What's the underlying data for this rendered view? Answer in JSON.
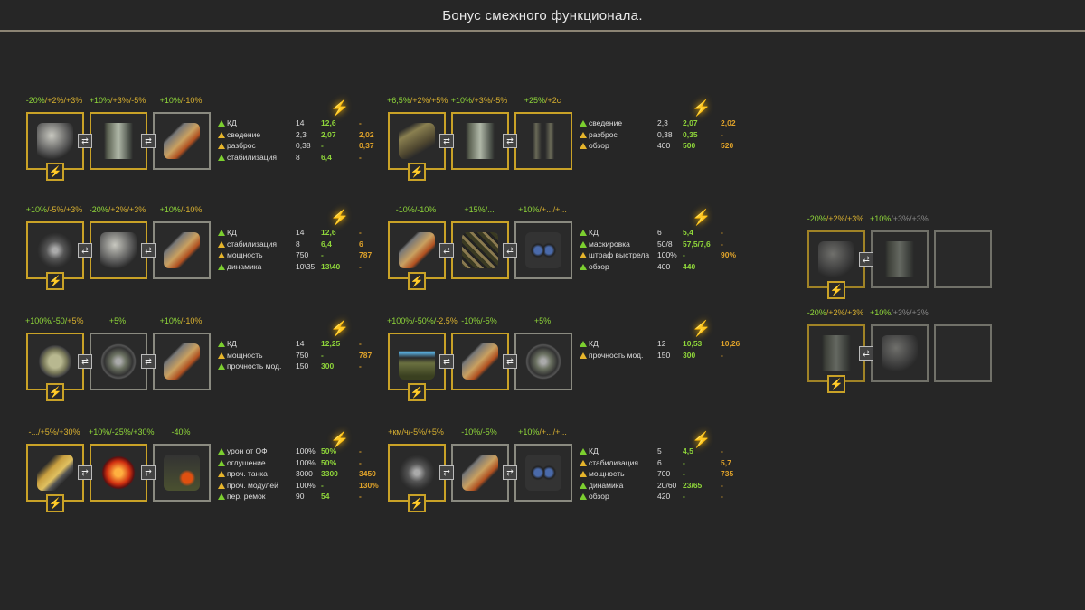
{
  "title": "Бонус смежного функционала.",
  "colors": {
    "background": "#262626",
    "active_border": "#c9a227",
    "inactive_border": "#8a8a80",
    "green": "#8fd63a",
    "yellow": "#d8b030"
  },
  "groups": [
    {
      "labels": [
        [
          [
            "-20%",
            "g"
          ],
          [
            "/+2%/+3%",
            "y"
          ]
        ],
        [
          [
            "+10%",
            "g"
          ],
          [
            "/+3%/-5%",
            "y"
          ]
        ],
        [
          [
            "+10%",
            "g"
          ],
          [
            "/-10%",
            "y"
          ]
        ]
      ],
      "items": [
        {
          "icon": "gun-turret-icon",
          "active": true
        },
        {
          "icon": "engine-icon",
          "active": true
        },
        {
          "icon": "shell-icon",
          "active": false
        }
      ],
      "stats": [
        {
          "name": "КД",
          "tri": "green",
          "base": "14",
          "v2": "12,6",
          "v3": "-"
        },
        {
          "name": "сведение",
          "tri": "yellow",
          "base": "2,3",
          "v2": "2,07",
          "v3": "2,02"
        },
        {
          "name": "разброс",
          "tri": "yellow",
          "base": "0,38",
          "v2": "-",
          "v3": "0,37"
        },
        {
          "name": "стабилизация",
          "tri": "green",
          "base": "8",
          "v2": "6,4",
          "v3": "-"
        }
      ]
    },
    {
      "labels": [
        [
          [
            "+6,5%",
            "g"
          ],
          [
            "/+2%/+5%",
            "y"
          ]
        ],
        [
          [
            "+10%",
            "g"
          ],
          [
            "/+3%/-5%",
            "y"
          ]
        ],
        [
          [
            "+25%",
            "g"
          ],
          [
            "/+2с",
            "y"
          ]
        ]
      ],
      "items": [
        {
          "icon": "rammer-icon",
          "active": true
        },
        {
          "icon": "engine-icon",
          "active": true
        },
        {
          "icon": "binoculars-icon",
          "active": true
        }
      ],
      "stats": [
        {
          "name": "сведение",
          "tri": "green",
          "base": "2,3",
          "v2": "2,07",
          "v3": "2,02"
        },
        {
          "name": "разброс",
          "tri": "yellow",
          "base": "0,38",
          "v2": "0,35",
          "v3": "-"
        },
        {
          "name": "обзор",
          "tri": "yellow",
          "base": "400",
          "v2": "500",
          "v3": "520"
        }
      ]
    },
    {
      "labels": [
        [
          [
            "+10%",
            "g"
          ],
          [
            "/-5%/+3%",
            "y"
          ]
        ],
        [
          [
            "-20%",
            "g"
          ],
          [
            "/+2%/+3%",
            "y"
          ]
        ],
        [
          [
            "+10%",
            "g"
          ],
          [
            "/-10%",
            "y"
          ]
        ]
      ],
      "items": [
        {
          "icon": "transmission-icon",
          "active": true
        },
        {
          "icon": "gun-turret-icon",
          "active": true
        },
        {
          "icon": "shell-icon",
          "active": false
        }
      ],
      "stats": [
        {
          "name": "КД",
          "tri": "green",
          "base": "14",
          "v2": "12,6",
          "v3": "-"
        },
        {
          "name": "стабилизация",
          "tri": "yellow",
          "base": "8",
          "v2": "6,4",
          "v3": "6"
        },
        {
          "name": "мощность",
          "tri": "yellow",
          "base": "750",
          "v2": "-",
          "v3": "787"
        },
        {
          "name": "динамика",
          "tri": "green",
          "base": "10\\35",
          "v2": "13\\40",
          "v3": "-"
        }
      ]
    },
    {
      "labels": [
        [
          [
            "-10%/-10%",
            "g"
          ]
        ],
        [
          [
            "+15%/...",
            "g"
          ]
        ],
        [
          [
            "+10%",
            "g"
          ],
          [
            "/+.../+...",
            "y"
          ]
        ]
      ],
      "items": [
        {
          "icon": "shell-icon",
          "active": true
        },
        {
          "icon": "camouflage-net-icon",
          "active": true
        },
        {
          "icon": "optics-icon",
          "active": false
        }
      ],
      "stats": [
        {
          "name": "КД",
          "tri": "green",
          "base": "6",
          "v2": "5,4",
          "v3": "-"
        },
        {
          "name": "маскировка",
          "tri": "green",
          "base": "50/8",
          "v2": "57,5/7,6",
          "v3": "-"
        },
        {
          "name": "штраф выстрела",
          "tri": "yellow",
          "base": "100%",
          "v2": "-",
          "v3": "90%"
        },
        {
          "name": "обзор",
          "tri": "green",
          "base": "400",
          "v2": "440",
          "v3": ""
        }
      ]
    },
    {
      "labels": [
        [
          [
            "+100%/-50/",
            "g"
          ],
          [
            "+5%",
            "y"
          ]
        ],
        [
          [
            "+5%",
            "g"
          ]
        ],
        [
          [
            "+10%",
            "g"
          ],
          [
            "/-10%",
            "y"
          ]
        ]
      ],
      "items": [
        {
          "icon": "repair-kit-icon",
          "active": true
        },
        {
          "icon": "fan-icon",
          "active": false
        },
        {
          "icon": "shell-icon",
          "active": false
        }
      ],
      "stats": [
        {
          "name": "КД",
          "tri": "green",
          "base": "14",
          "v2": "12,25",
          "v3": "-"
        },
        {
          "name": "мощность",
          "tri": "yellow",
          "base": "750",
          "v2": "-",
          "v3": "787"
        },
        {
          "name": "прочность мод.",
          "tri": "green",
          "base": "150",
          "v2": "300",
          "v3": "-"
        }
      ]
    },
    {
      "labels": [
        [
          [
            "+100%/-50%/",
            "g"
          ],
          [
            "-2,5%",
            "y"
          ]
        ],
        [
          [
            "-10%/-5%",
            "g"
          ]
        ],
        [
          [
            "+5%",
            "g"
          ]
        ]
      ],
      "items": [
        {
          "icon": "extinguisher-box-icon",
          "active": true
        },
        {
          "icon": "shell-icon",
          "active": true
        },
        {
          "icon": "fan-icon",
          "active": false
        }
      ],
      "stats": [
        {
          "name": "КД",
          "tri": "green",
          "base": "12",
          "v2": "10,53",
          "v3": "10,26"
        },
        {
          "name": "прочность мод.",
          "tri": "yellow",
          "base": "150",
          "v2": "300",
          "v3": "-"
        }
      ]
    },
    {
      "labels": [
        [
          [
            "-.../+5%/+30%",
            "y"
          ]
        ],
        [
          [
            "+10%/-25%/+30%",
            "g"
          ]
        ],
        [
          [
            "-40%",
            "g"
          ]
        ]
      ],
      "items": [
        {
          "icon": "he-shell-icon",
          "active": true
        },
        {
          "icon": "armor-plate-icon",
          "active": true
        },
        {
          "icon": "repair-toolbox-icon",
          "active": false
        }
      ],
      "stats": [
        {
          "name": "урон от ОФ",
          "tri": "green",
          "base": "100%",
          "v2": "50%",
          "v3": "-"
        },
        {
          "name": "оглушение",
          "tri": "green",
          "base": "100%",
          "v2": "50%",
          "v3": "-"
        },
        {
          "name": "проч. танка",
          "tri": "yellow",
          "base": "3000",
          "v2": "3300",
          "v3": "3450"
        },
        {
          "name": "проч. модулей",
          "tri": "yellow",
          "base": "100%",
          "v2": "-",
          "v3": "130%"
        },
        {
          "name": "пер. ремок",
          "tri": "green",
          "base": "90",
          "v2": "54",
          "v3": "-"
        }
      ]
    },
    {
      "labels": [
        [
          [
            "+км/ч/-5%/+5%",
            "y"
          ]
        ],
        [
          [
            "-10%/-5%",
            "g"
          ]
        ],
        [
          [
            "+10%",
            "g"
          ],
          [
            "/+.../+...",
            "y"
          ]
        ]
      ],
      "items": [
        {
          "icon": "transmission-icon",
          "active": true
        },
        {
          "icon": "shell-icon",
          "active": false
        },
        {
          "icon": "optics-icon",
          "active": false
        }
      ],
      "stats": [
        {
          "name": "КД",
          "tri": "green",
          "base": "5",
          "v2": "4,5",
          "v3": "-"
        },
        {
          "name": "стабилизация",
          "tri": "yellow",
          "base": "6",
          "v2": "-",
          "v3": "5,7"
        },
        {
          "name": "мощность",
          "tri": "yellow",
          "base": "700",
          "v2": "-",
          "v3": "735"
        },
        {
          "name": "динамика",
          "tri": "green",
          "base": "20/60",
          "v2": "23/65",
          "v3": "-"
        },
        {
          "name": "обзор",
          "tri": "green",
          "base": "420",
          "v2": "-",
          "v3": "-"
        }
      ]
    }
  ],
  "side_groups": [
    {
      "labels": [
        [
          [
            "-20%",
            "g"
          ],
          [
            "/+2%/+3%",
            "y"
          ]
        ],
        [
          [
            "+10%",
            "g"
          ],
          [
            "/+3%/+3%",
            "m"
          ]
        ],
        []
      ],
      "items": [
        {
          "icon": "gun-turret-icon",
          "active": true
        },
        {
          "icon": "engine-icon",
          "active": false
        },
        {
          "icon": "empty-slot",
          "active": false
        }
      ]
    },
    {
      "labels": [
        [
          [
            "-20%",
            "g"
          ],
          [
            "/+2%/+3%",
            "y"
          ]
        ],
        [
          [
            "+10%",
            "g"
          ],
          [
            "/+3%/+3%",
            "m"
          ]
        ],
        []
      ],
      "items": [
        {
          "icon": "engine-icon",
          "active": true
        },
        {
          "icon": "gun-turret-icon",
          "active": false
        },
        {
          "icon": "empty-slot",
          "active": false
        }
      ]
    }
  ]
}
